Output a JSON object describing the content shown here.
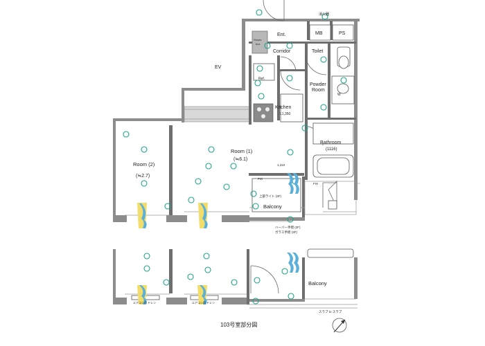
{
  "plan": {
    "ev": "EV",
    "rooms": {
      "ent": "Ent.",
      "mb": "MB",
      "ps": "PS",
      "corridor": "Corridor",
      "toilet": "Toilet",
      "powder_room": [
        "Powder",
        "Room"
      ],
      "kitchen": "Kitchen",
      "kitchen_sub": "L1,350",
      "bathroom": "Bathroom",
      "bathroom_sub": "(1116)",
      "room1": "Room (1)",
      "room1_sub": "(≒6.1)",
      "room2": "Room (2)",
      "room2_sub": "(≒2.7)",
      "balcony": "Balcony",
      "balcony_lower": "Balcony"
    },
    "shoes_box": [
      "Shoes",
      "box"
    ],
    "small_texts": {
      "fire_alarm": "消火器",
      "ref": "Ref.",
      "handrail_1": "ハーバー手摺 (2F)",
      "handrail_2": "ガラス手摺 (3F)",
      "upper_lite": "上部ライト (3F)",
      "slab_1": "スラブ to スラブ",
      "ac_lower_left": "エアコン用 ドレン",
      "ac_lower_mid": "エアコン用 ドレン",
      "fix_1": "FIX",
      "fix_2": "FIX",
      "dim_1": "1,310",
      "w_label": "W"
    },
    "caption": "103号室部分図"
  }
}
